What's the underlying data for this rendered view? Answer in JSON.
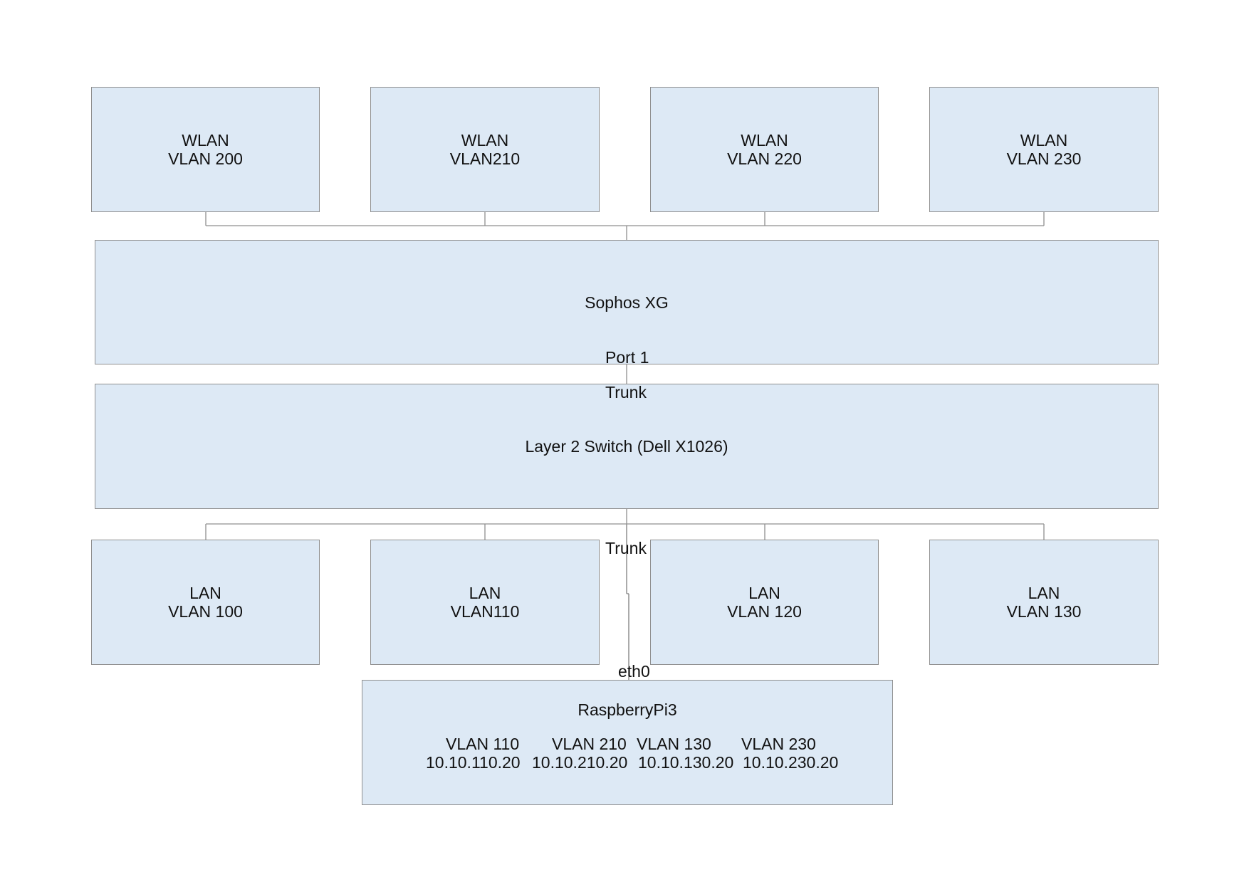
{
  "wlan": [
    {
      "line1": "WLAN",
      "line2": "VLAN 200"
    },
    {
      "line1": "WLAN",
      "line2": "VLAN210"
    },
    {
      "line1": "WLAN",
      "line2": "VLAN 220"
    },
    {
      "line1": "WLAN",
      "line2": "VLAN 230"
    }
  ],
  "firewall": {
    "label": "Sophos XG",
    "port_label": "Port 1"
  },
  "switch": {
    "label": "Layer 2 Switch (Dell X1026)",
    "trunk_top": "Trunk",
    "trunk_bottom": "Trunk"
  },
  "lan": [
    {
      "line1": "LAN",
      "line2": "VLAN 100"
    },
    {
      "line1": "LAN",
      "line2": "VLAN110"
    },
    {
      "line1": "LAN",
      "line2": "VLAN 120"
    },
    {
      "line1": "LAN",
      "line2": "VLAN 130"
    }
  ],
  "pi": {
    "interface_label": "eth0",
    "title": "RaspberryPi3",
    "vlans": [
      {
        "name": "VLAN 110",
        "ip": "10.10.110.20"
      },
      {
        "name": "VLAN 210",
        "ip": "10.10.210.20"
      },
      {
        "name": "VLAN 130",
        "ip": "10.10.130.20"
      },
      {
        "name": "VLAN 230",
        "ip": "10.10.230.20"
      }
    ]
  },
  "colors": {
    "box_fill": "#dde9f5",
    "box_border": "#8f8f8f",
    "line": "#8f8f8f"
  }
}
